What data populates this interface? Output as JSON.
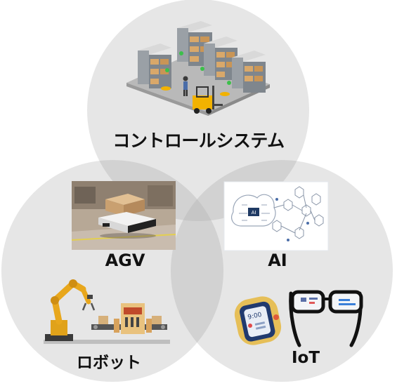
{
  "labels": {
    "control_system": "コントロールシステム",
    "agv": "AGV",
    "ai": "AI",
    "robot": "ロボット",
    "iot": "IoT"
  },
  "ai_image": {
    "chip_text": "AI"
  },
  "iot_image": {
    "watch_time": "9:00"
  },
  "colors": {
    "circle_fill": "#e6e6e6",
    "overlap_fill": "#d0d0d0",
    "center_fill": "#c6c6c6",
    "label_text": "#111111"
  }
}
